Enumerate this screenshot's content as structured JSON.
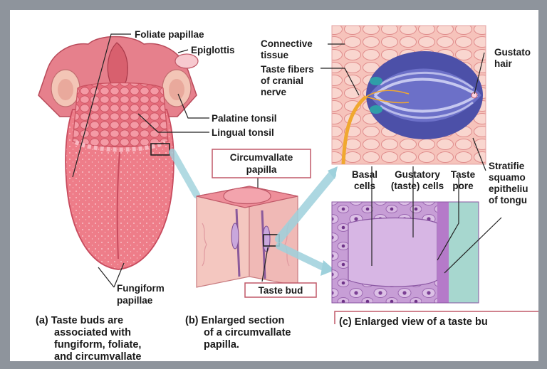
{
  "labels": {
    "foliate_papillae": "Foliate papillae",
    "epiglottis": "Epiglottis",
    "palatine_tonsil": "Palatine tonsil",
    "lingual_tonsil": "Lingual tonsil",
    "fungiform_papillae": [
      "Fungiform",
      "papillae"
    ],
    "circumvallate_papilla": [
      "Circumvallate",
      "papilla"
    ],
    "taste_bud": "Taste bud",
    "connective_tissue": [
      "Connective",
      "tissue"
    ],
    "taste_fibers": [
      "Taste fibers",
      "of cranial",
      "nerve"
    ],
    "gustatory_hair": [
      "Gustato",
      "hair"
    ],
    "basal_cells": [
      "Basal",
      "cells"
    ],
    "gustatory_cells": [
      "Gustatory",
      "(taste) cells"
    ],
    "taste_pore": [
      "Taste",
      "pore"
    ],
    "stratified_epithelium": [
      "Stratifie",
      "squamo",
      "epitheliu",
      "of tongu"
    ]
  },
  "captions": {
    "a": [
      "(a) Taste buds are",
      "associated with",
      "fungiform, foliate,",
      "and circumvallate"
    ],
    "b": [
      "(b) Enlarged section",
      "of a circumvallate",
      "papilla."
    ],
    "c": "(c) Enlarged view of a taste bu"
  }
}
